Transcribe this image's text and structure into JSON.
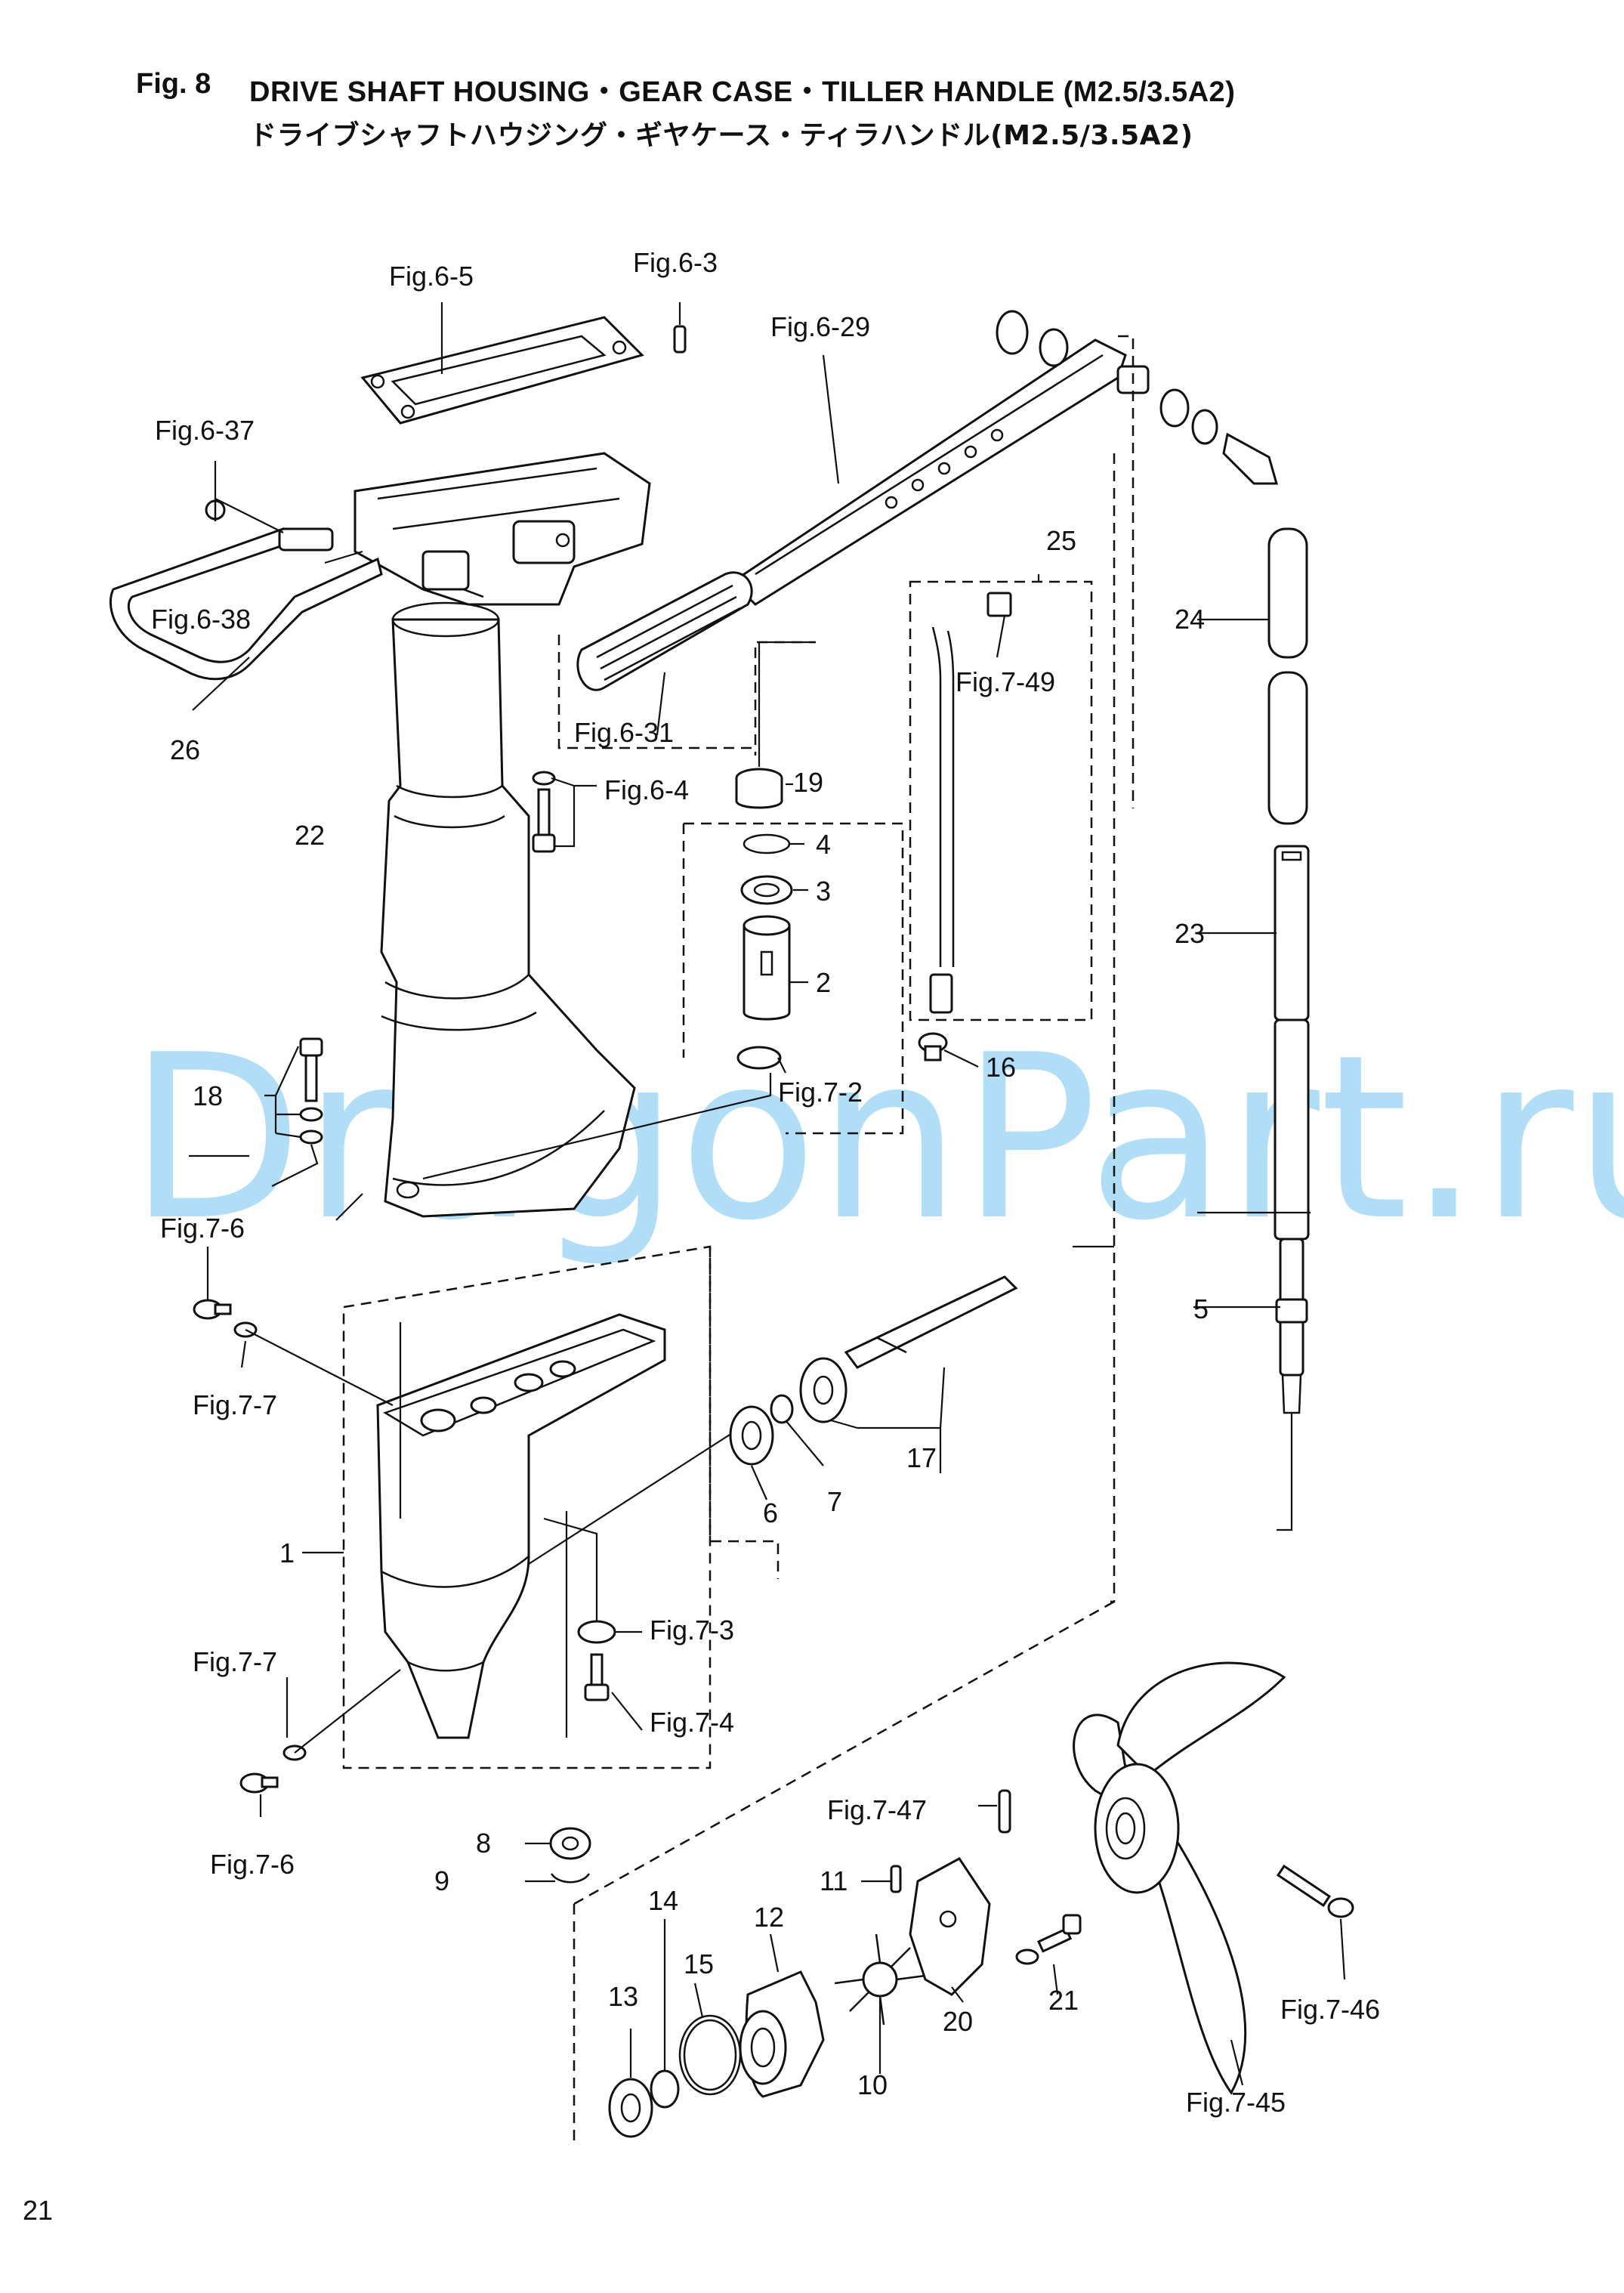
{
  "header": {
    "fig_number": "Fig. 8",
    "title_en": "DRIVE SHAFT HOUSING・GEAR CASE・TILLER HANDLE (M2.5/3.5A2)",
    "title_ja": "ドライブシャフトハウジング・ギヤケース・ティラハンドル(M2.5/3.5A2)"
  },
  "watermark": "DragonPart.ru",
  "page_number": "21",
  "callouts": {
    "c1": "1",
    "c2": "2",
    "c3": "3",
    "c4": "4",
    "c5": "5",
    "c6": "6",
    "c7": "7",
    "c8": "8",
    "c9": "9",
    "c10": "10",
    "c11": "11",
    "c12": "12",
    "c13": "13",
    "c14": "14",
    "c15": "15",
    "c16": "16",
    "c17": "17",
    "c18": "18",
    "c19": "19",
    "c20": "20",
    "c21": "21",
    "c22": "22",
    "c23": "23",
    "c24": "24",
    "c25": "25",
    "c26": "26"
  },
  "references": {
    "fig6_5": "Fig.6-5",
    "fig6_3": "Fig.6-3",
    "fig6_29": "Fig.6-29",
    "fig6_37": "Fig.6-37",
    "fig6_38": "Fig.6-38",
    "fig6_31": "Fig.6-31",
    "fig6_4": "Fig.6-4",
    "fig7_49": "Fig.7-49",
    "fig7_2": "Fig.7-2",
    "fig7_6_top": "Fig.7-6",
    "fig7_7_top": "Fig.7-7",
    "fig7_3": "Fig.7-3",
    "fig7_4": "Fig.7-4",
    "fig7_7_bottom": "Fig.7-7",
    "fig7_6_bottom": "Fig.7-6",
    "fig7_47": "Fig.7-47",
    "fig7_46": "Fig.7-46",
    "fig7_45": "Fig.7-45"
  }
}
